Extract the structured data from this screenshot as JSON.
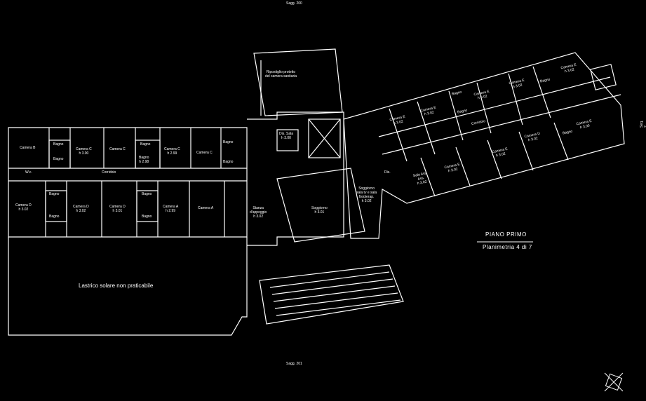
{
  "sheet": {
    "top_note": "Sagg. 200",
    "bottom_note": "Sagg. 201",
    "side_note": "Seq. 2",
    "title": "PIANO PRIMO",
    "subtitle": "Planimetria 4 di 7"
  },
  "rooms": {
    "camera_a_tl": "Camera B",
    "bagno_1": "Bagno",
    "bagno_2": "Bagno",
    "camera_c_top": "Camera C\nh 3.00",
    "camera_d_top": "Camera C",
    "bagno_3": "Bagno",
    "bagno_4": "Bagno\nh 2.98",
    "camera_e_top": "Camera C\nh 2.99",
    "camera_f_top": "Camera C",
    "bagno_5": "Bagno",
    "bagno_6": "Bagno",
    "corridoio_left": "Corridoio",
    "camera_b_left": "Camera D\nh 3.02",
    "bagno_7": "Bagno",
    "bagno_8": "Bagno",
    "camera_b2": "Camera D\nh 3.02",
    "camera_b3": "Camera D\nh 3.01",
    "bagno_9": "Bagno",
    "bagno_10": "Bagno",
    "camera_b4": "Camera A\nh 2.99",
    "camera_b5": "Camera A",
    "stanza_appoggio": "Stanza\nd'appoggio\nh 3.02",
    "ripostiglio": "Ripostiglio protetto\ndel camera sanitaria",
    "dis_sala": "Dis. Sala\nh 3.00",
    "soggiorno": "Soggiorno\nh 3.01",
    "soggiorno_tv": "Soggiorno\nsala tv e sala\nfisioterap.\nh 3.02",
    "lastrico": "Lastrico solare non praticabile",
    "wc": "W.c.",
    "camera_r1": "Camera E\nh 3.02",
    "camera_r2": "Camera E\nh 3.02",
    "bagno_r1": "Bagno",
    "camera_r3": "Camera E\nh 3.02",
    "bagno_r2": "Bagno",
    "corridoio_right": "Corridoio",
    "camera_r4": "Camera E\nh 3.02",
    "camera_r5": "Camera E\nh 3.02",
    "camera_r6": "Camera E\nh 3.00",
    "camera_r7": "Camera D\nh 3.02",
    "camera_r8": "Camera E\nh 3.02",
    "bagno_r3": "Bagno",
    "bagno_r4": "Bagno",
    "sala_ass": "Sala Ass.\nAss.\nh 3.02",
    "camera_r9": "Camera E\nh 3.02",
    "dis": "Dis."
  }
}
